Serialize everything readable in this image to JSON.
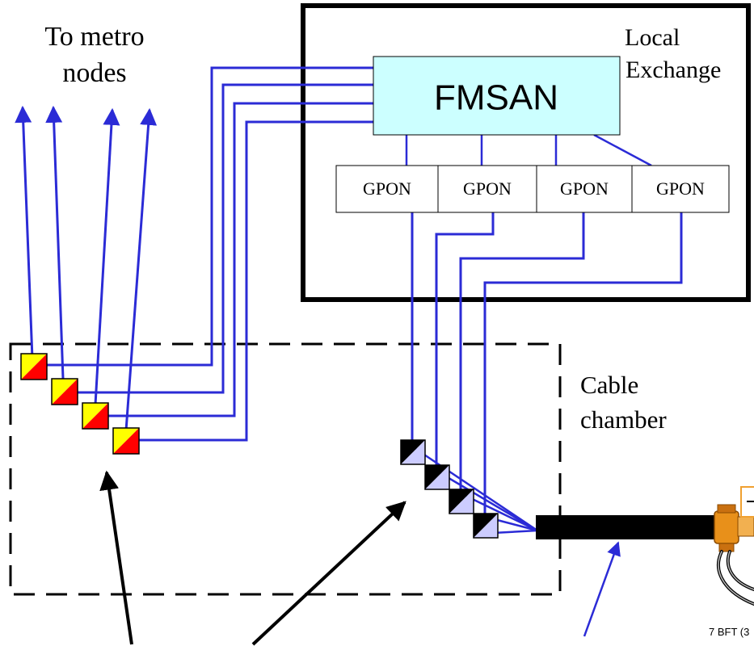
{
  "labels": {
    "metro": [
      "To metro",
      "nodes"
    ],
    "exchange": [
      "Local",
      "Exchange"
    ],
    "fmsan": "FMSAN",
    "gpon": [
      "GPON",
      "GPON",
      "GPON",
      "GPON"
    ],
    "chamber": [
      "Cable",
      "chamber"
    ],
    "clipped_caption": "7 BFT (3"
  },
  "colors": {
    "fibre": "#2b2bd6",
    "fmsan_fill": "#ccffff",
    "splice_red": "#ff0000",
    "splice_yellow": "#ffff00",
    "splice_black": "#000000",
    "splice_lilac": "#ccccff",
    "connector": "#e8901a",
    "label_box_border": "#f0a030"
  },
  "icons": {
    "metro_splice": "red-yellow-splice-icon",
    "gpon_splice": "black-lilac-splice-icon",
    "cable_connector": "orange-connector-icon"
  }
}
